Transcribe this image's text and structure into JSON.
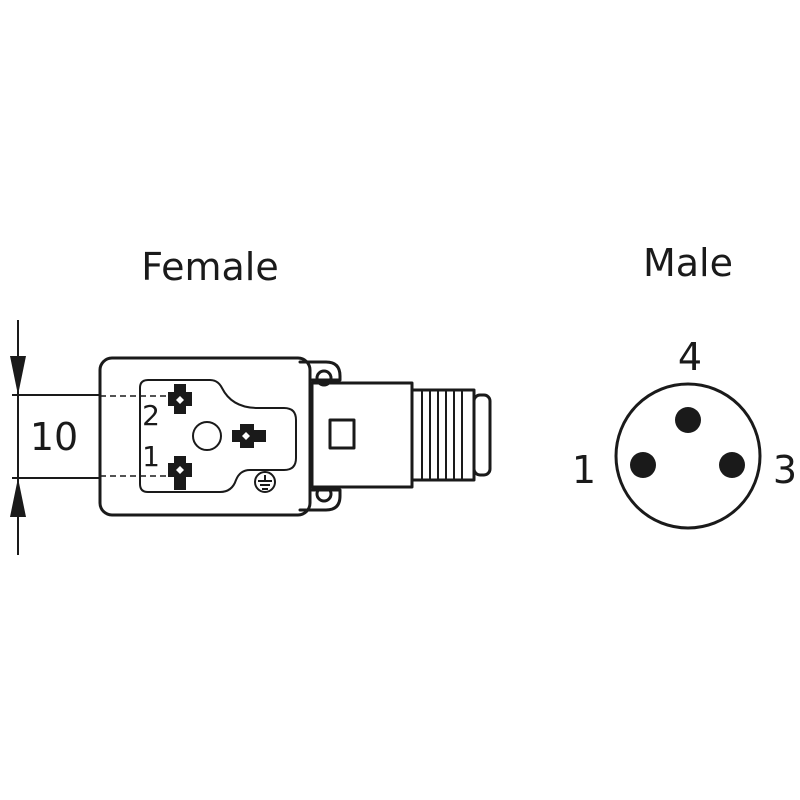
{
  "female": {
    "title": "Female",
    "dimension": "10",
    "pin_labels": [
      "2",
      "1"
    ]
  },
  "male": {
    "title": "Male",
    "pin_labels": {
      "top": "4",
      "left": "1",
      "right": "3"
    }
  },
  "icons": {
    "ground": "ground-icon"
  }
}
